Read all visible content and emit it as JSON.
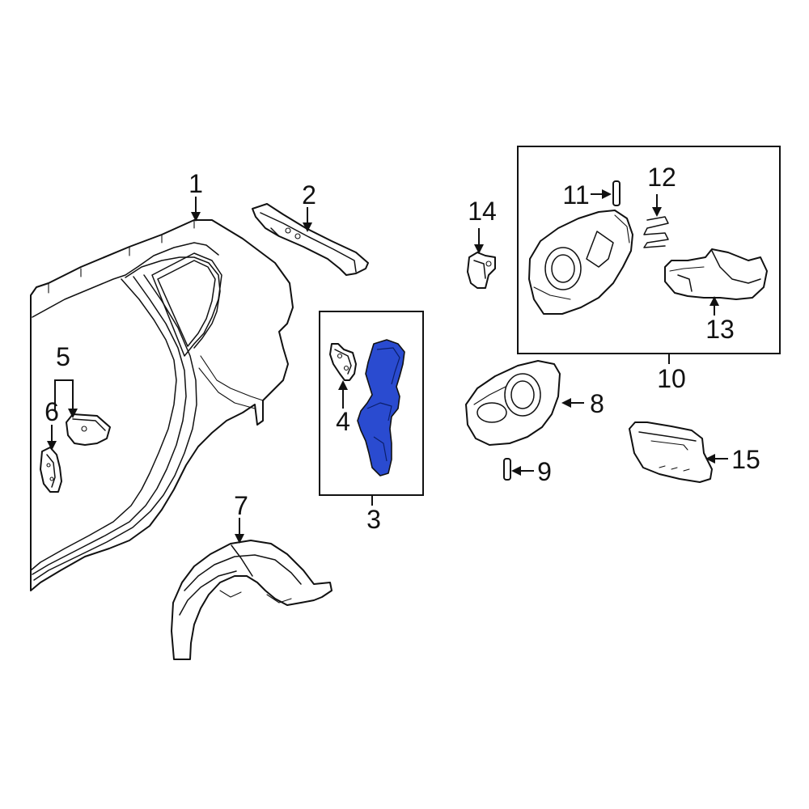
{
  "diagram": {
    "highlight_color": "#2a4bd0",
    "line_color": "#111111",
    "background_color": "#ffffff"
  },
  "callouts": {
    "c1": "1",
    "c2": "2",
    "c3": "3",
    "c4": "4",
    "c5": "5",
    "c6": "6",
    "c7": "7",
    "c8": "8",
    "c9": "9",
    "c10": "10",
    "c11": "11",
    "c12": "12",
    "c13": "13",
    "c14": "14",
    "c15": "15"
  }
}
